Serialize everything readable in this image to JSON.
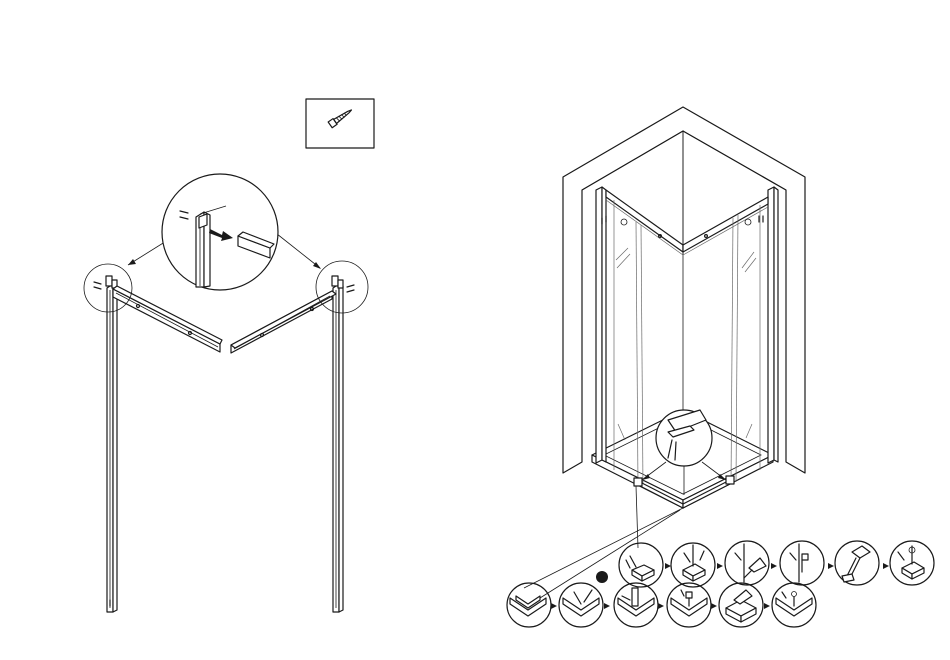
{
  "figure": {
    "left_panel": {
      "parts": [
        "left-profile",
        "right-profile",
        "top-rail-left",
        "top-rail-right"
      ],
      "callout": "screw-icon",
      "detail": "rail-insertion-magnifier"
    },
    "right_panel": {
      "assembly": "corner-shower-enclosure",
      "steps_top_row": 6,
      "steps_bottom_row": 6
    }
  }
}
